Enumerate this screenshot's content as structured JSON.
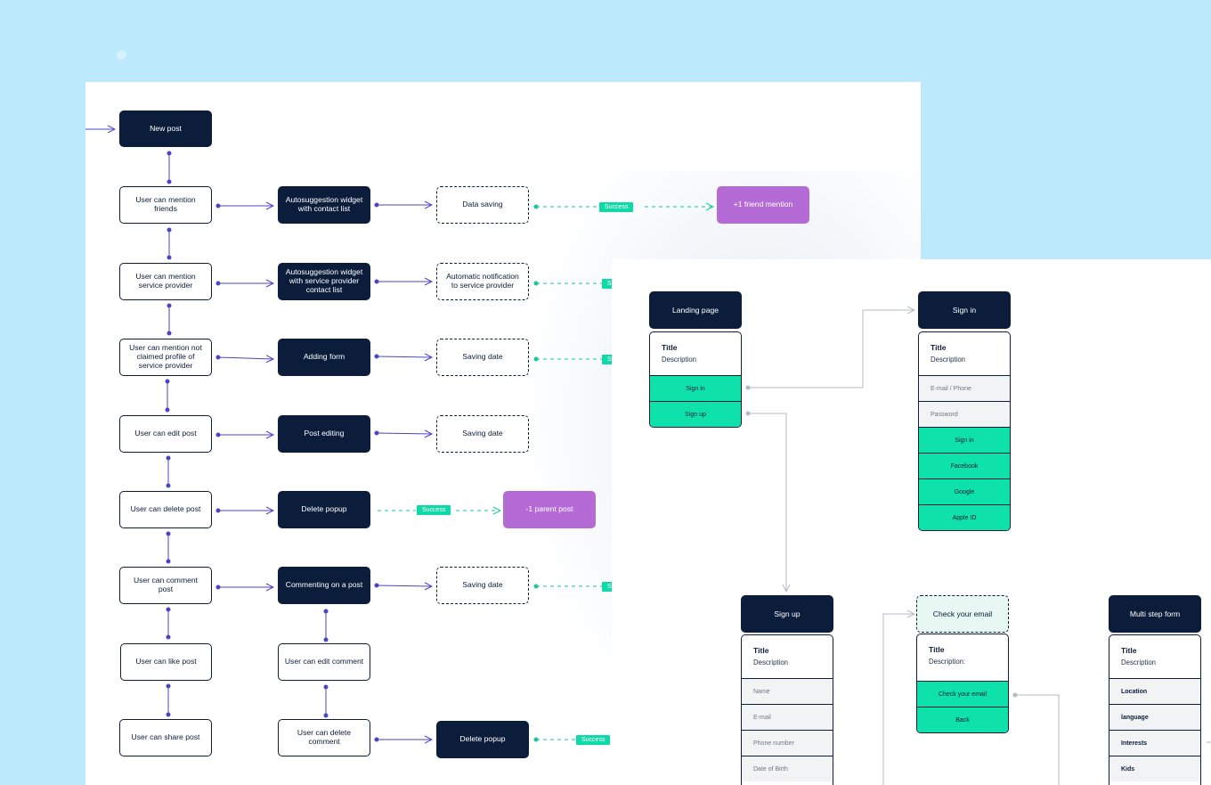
{
  "flow": {
    "new_post": "New post",
    "rows": [
      {
        "action": "User can mention friends",
        "widget": "Autosuggestion widget with contact list",
        "save": "Data saving",
        "badge": "Success",
        "result": "+1 friend mention"
      },
      {
        "action": "User can mention service provider",
        "widget": "Autosuggestion widget with service provider contact list",
        "save": "Automatic notification to service provider",
        "badge": "Success"
      },
      {
        "action": "User can mention not claimed profile of service provider",
        "widget": "Adding form",
        "save": "Saving date",
        "badge": "Success"
      },
      {
        "action": "User can edit post",
        "widget": "Post editing",
        "save": "Saving date"
      },
      {
        "action": "User can delete post",
        "widget": "Delete popup",
        "badge": "Success",
        "result": "-1 parent post"
      },
      {
        "action": "User can comment post",
        "widget": "Commenting on a post",
        "save": "Saving date",
        "badge": "Success"
      },
      {
        "action": "User can like post",
        "widget": "User can edit comment"
      },
      {
        "action": "User can share post",
        "widget": "User can delete comment",
        "save": "Delete popup",
        "badge": "Success"
      }
    ]
  },
  "wireframes": {
    "landing": {
      "header": "Landing page",
      "title": "Title",
      "description": "Description",
      "rows": [
        "Sign in",
        "Sign up"
      ]
    },
    "signin": {
      "header": "Sign in",
      "title": "Title",
      "description": "Description",
      "fields": [
        "E-mail / Phone",
        "Password"
      ],
      "buttons": [
        "Sign in",
        "Facebook",
        "Google",
        "Apple ID"
      ]
    },
    "signup": {
      "header": "Sign up",
      "title": "Title",
      "description": "Description",
      "fields": [
        "Name",
        "E-mail",
        "Phone number",
        "Date of Birth"
      ]
    },
    "check_email": {
      "header": "Check your email",
      "title": "Title",
      "description": "Description:",
      "buttons": [
        "Check your email",
        "Back"
      ]
    },
    "multistep": {
      "header": "Multi step form",
      "title": "Title",
      "description": "Description",
      "items": [
        "Location",
        "language",
        "Interests",
        "Kids"
      ]
    }
  }
}
